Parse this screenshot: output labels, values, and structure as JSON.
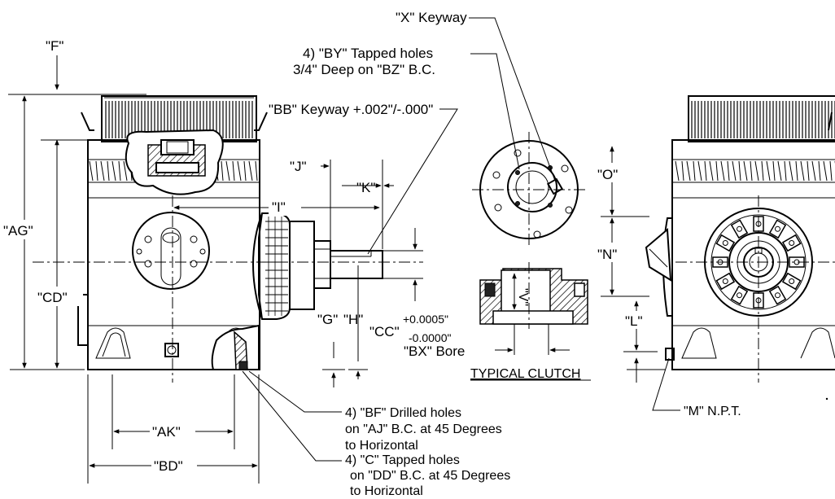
{
  "labels": {
    "F": "\"F\"",
    "AG": "\"AG\"",
    "CD": "\"CD\"",
    "AK": "\"AK\"",
    "BD": "\"BD\"",
    "I": "\"I\"",
    "J": "\"J\"",
    "K": "\"K\"",
    "G": "\"G\"",
    "H": "\"H\"",
    "CC": "\"CC\"",
    "tol_plus": "+0.0005\"",
    "tol_minus": "-0.0000\"",
    "O": "\"O\"",
    "N": "\"N\"",
    "L": "\"L\"",
    "V": "\"V\""
  },
  "callouts": {
    "x_keyway": "\"X\" Keyway",
    "by_line1": "4) \"BY\" Tapped holes",
    "by_line2": "3/4\" Deep on \"BZ\" B.C.",
    "bb_keyway": "\"BB\" Keyway +.002\"/-.000\"",
    "bx_bore": "\"BX\" Bore",
    "typical_clutch": "TYPICAL CLUTCH",
    "bf_line1": "4) \"BF\" Drilled holes",
    "bf_line2": "on \"AJ\" B.C. at 45 Degrees",
    "bf_line3": "to Horizontal",
    "c_line1": "4) \"C\" Tapped holes",
    "c_line2": "on \"DD\" B.C. at 45 Degrees",
    "c_line3": "to Horizontal",
    "m_npt": "\"M\"  N.P.T."
  }
}
